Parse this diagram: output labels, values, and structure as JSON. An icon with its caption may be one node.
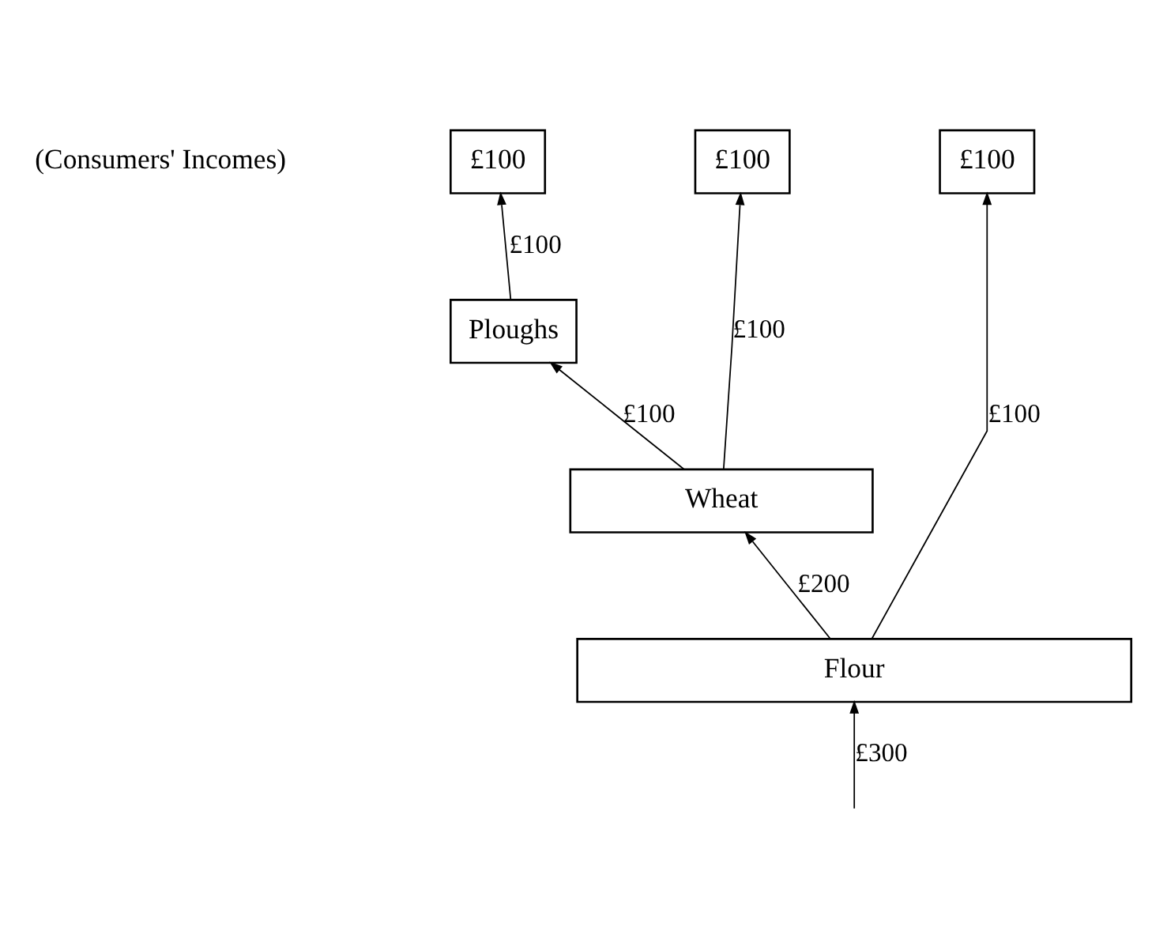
{
  "diagram": {
    "nodes": [
      {
        "text": [
          "£100"
        ]
      },
      {
        "text": [
          "£100"
        ]
      },
      {
        "text": [
          "£100"
        ]
      },
      {
        "text": [
          "Ploughs"
        ]
      },
      {
        "text": [
          "Wheat"
        ]
      },
      {
        "text": [
          "Flour"
        ]
      }
    ],
    "edges": [
      {
        "from": 3,
        "to": 0,
        "arrow": "to",
        "label": "£100"
      },
      {
        "from": 4,
        "to": 3,
        "arrow": "to",
        "label": "£100"
      },
      {
        "from": 4,
        "to": 1,
        "arrow": "to",
        "label": "£100"
      },
      {
        "from": 5,
        "to": 4,
        "arrow": "to",
        "label": "£200"
      },
      {
        "from": 5,
        "to": 2,
        "arrow": "to",
        "label": "£100"
      },
      {
        "from": null,
        "to": 5,
        "arrow": "to",
        "label": "£300"
      }
    ],
    "labels": [
      "(Consumers' Incomes)"
    ]
  }
}
